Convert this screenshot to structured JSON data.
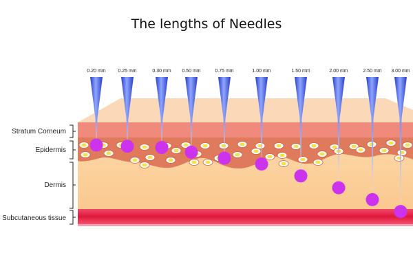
{
  "title": "The lengths of Needles",
  "needles": [
    {
      "label": "0.20 mm",
      "depth_mm": 0.2
    },
    {
      "label": "0.25 mm",
      "depth_mm": 0.25
    },
    {
      "label": "0.30 mm",
      "depth_mm": 0.3
    },
    {
      "label": "0.50 mm",
      "depth_mm": 0.5
    },
    {
      "label": "0.75 mm",
      "depth_mm": 0.75
    },
    {
      "label": "1.00 mm",
      "depth_mm": 1.0
    },
    {
      "label": "1.50 mm",
      "depth_mm": 1.5
    },
    {
      "label": "2.00 mm",
      "depth_mm": 2.0
    },
    {
      "label": "2.50 mm",
      "depth_mm": 2.5
    },
    {
      "label": "3.00 mm",
      "depth_mm": 3.0
    }
  ],
  "layers": [
    {
      "label": "Stratum Corneum"
    },
    {
      "label": "Epidermis"
    },
    {
      "label": "Dermis"
    },
    {
      "label": "Subcutaneous tissue"
    }
  ],
  "colors": {
    "needle": "#3f5ae0",
    "tip": "#cc33ee",
    "corneum": "#f08a7c",
    "epidermis": "#e07a5c",
    "dermis": "#fbd3a0",
    "subcutaneous": "#e8264a",
    "cell_fill": "#f7e04a"
  }
}
